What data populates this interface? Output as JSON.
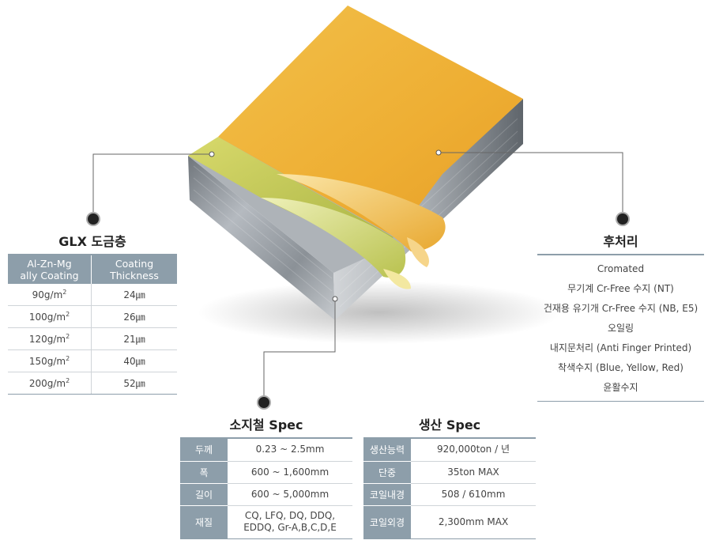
{
  "glx": {
    "title": "GLX 도금층",
    "headers": [
      "Al-Zn-Mg ally Coating",
      "Coating Thickness"
    ],
    "headers_lines": [
      [
        "Al-Zn-Mg",
        "ally Coating"
      ],
      [
        "Coating",
        "Thickness"
      ]
    ],
    "rows": [
      {
        "weight": "90g/m",
        "sup": "2",
        "thickness": "24㎛"
      },
      {
        "weight": "100g/m",
        "sup": "2",
        "thickness": "26㎛"
      },
      {
        "weight": "120g/m",
        "sup": "2",
        "thickness": "21㎛"
      },
      {
        "weight": "150g/m",
        "sup": "2",
        "thickness": "40㎛"
      },
      {
        "weight": "200g/m",
        "sup": "2",
        "thickness": "52㎛"
      }
    ]
  },
  "post": {
    "title": "후처리",
    "items": [
      "Cromated",
      "무기계 Cr-Free 수지 (NT)",
      "건재용 유기개 Cr-Free 수지 (NB, E5)",
      "오일링",
      "내지문처리 (Anti Finger Printed)",
      "착색수지 (Blue, Yellow, Red)",
      "윤활수지"
    ]
  },
  "base": {
    "title": "소지철 Spec",
    "rows": [
      {
        "key": "두께",
        "value": "0.23 ~ 2.5mm"
      },
      {
        "key": "폭",
        "value": "600 ~ 1,600mm"
      },
      {
        "key": "길이",
        "value": "600 ~ 5,000mm"
      },
      {
        "key": "재질",
        "value_lines": [
          "CQ, LFQ, DQ, DDQ,",
          "EDDQ, Gr-A,B,C,D,E"
        ]
      }
    ]
  },
  "prod": {
    "title": "생산 Spec",
    "rows": [
      {
        "key": "생산능력",
        "value": "920,000ton / 년"
      },
      {
        "key": "단중",
        "value": "35ton MAX"
      },
      {
        "key": "코일내경",
        "value": "508 / 610mm"
      },
      {
        "key": "코일외경",
        "value": "2,300mm MAX"
      }
    ]
  },
  "colors": {
    "header": "#8d9eaa",
    "coating_top": "#f0b43a",
    "coating_green": "#c3c85a",
    "steel": "#9aa0a6"
  }
}
